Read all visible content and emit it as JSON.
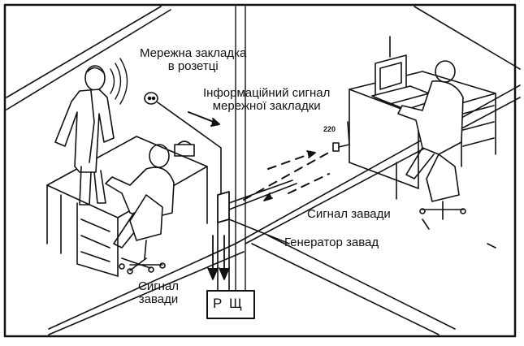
{
  "labels": {
    "network_bug_line1": "Мережна закладка",
    "network_bug_line2": "в розетці",
    "info_signal_line1": "Інформаційний сигнал",
    "info_signal_line2": "мережної закладки",
    "noise_signal_right": "Сигнал завади",
    "noise_generator": "Генератор завад",
    "noise_signal_left_line1": "Сигнал",
    "noise_signal_left_line2": "завади",
    "distribution_board": "Р Щ",
    "voltage": "220"
  },
  "colors": {
    "ink": "#111111",
    "paper": "#ffffff"
  }
}
